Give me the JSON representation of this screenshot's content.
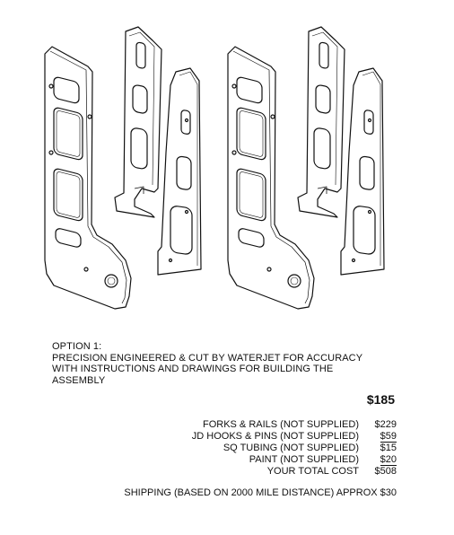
{
  "option": {
    "heading": "OPTION 1:",
    "lines": [
      "PRECISION ENGINEERED & CUT BY WATERJET FOR ACCURACY",
      "WITH INSTRUCTIONS AND DRAWINGS FOR BUILDING THE",
      "ASSEMBLY"
    ],
    "price": "$185"
  },
  "costs": [
    {
      "label": "FORKS & RAILS (NOT SUPPLIED)",
      "amount": "$229"
    },
    {
      "label": "JD HOOKS & PINS (NOT SUPPLIED)",
      "amount": "$59"
    },
    {
      "label": "SQ TUBING (NOT SUPPLIED)",
      "amount": "$15"
    },
    {
      "label": "PAINT (NOT SUPPLIED)",
      "amount": "$20",
      "underline": true
    },
    {
      "label": "YOUR TOTAL COST",
      "amount": "$508"
    }
  ],
  "shipping": "SHIPPING (BASED ON 2000 MILE DISTANCE) APPROX $30"
}
